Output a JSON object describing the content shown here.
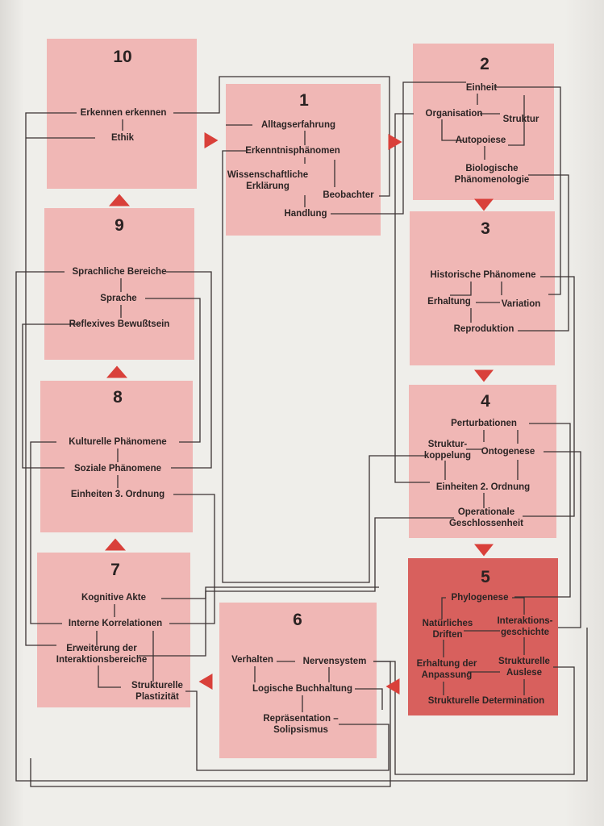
{
  "boxes": {
    "b10": {
      "number": "10",
      "items": [
        "Erkennen erkennen",
        "Ethik"
      ]
    },
    "b1": {
      "number": "1",
      "items": [
        "Alltagserfahrung",
        "Erkenntnisphänomen",
        "Wissenschaftliche\nErklärung",
        "Beobachter",
        "Handlung"
      ]
    },
    "b2": {
      "number": "2",
      "items": [
        "Einheit",
        "Organisation",
        "Struktur",
        "Autopoiese",
        "Biologische\nPhänomenologie"
      ]
    },
    "b9": {
      "number": "9",
      "items": [
        "Sprachliche Bereiche",
        "Sprache",
        "Reflexives Bewußtsein"
      ]
    },
    "b3": {
      "number": "3",
      "items": [
        "Historische Phänomene",
        "Erhaltung",
        "Variation",
        "Reproduktion"
      ]
    },
    "b8": {
      "number": "8",
      "items": [
        "Kulturelle Phänomene",
        "Soziale Phänomene",
        "Einheiten 3. Ordnung"
      ]
    },
    "b4": {
      "number": "4",
      "items": [
        "Perturbationen",
        "Struktur-\nkoppelung",
        "Ontogenese",
        "Einheiten 2. Ordnung",
        "Operationale\nGeschlossenheit"
      ]
    },
    "b7": {
      "number": "7",
      "items": [
        "Kognitive Akte",
        "Interne Korrelationen",
        "Erweiterung der\nInteraktionsbereiche",
        "Strukturelle\nPlastizität"
      ]
    },
    "b5": {
      "number": "5",
      "items": [
        "Phylogenese",
        "Natürliches\nDriften",
        "Interaktions-\ngeschichte",
        "Erhaltung der\nAnpassung",
        "Strukturelle\nAuslese",
        "Strukturelle Determination"
      ]
    },
    "b6": {
      "number": "6",
      "items": [
        "Verhalten",
        "Nervensystem",
        "Logische Buchhaltung",
        "Repräsentation –\nSolipsismus"
      ]
    }
  },
  "colors": {
    "box": "#f0b7b5",
    "box_highlight": "#d8605d",
    "arrow": "#d9403a",
    "line": "#3a3333"
  }
}
